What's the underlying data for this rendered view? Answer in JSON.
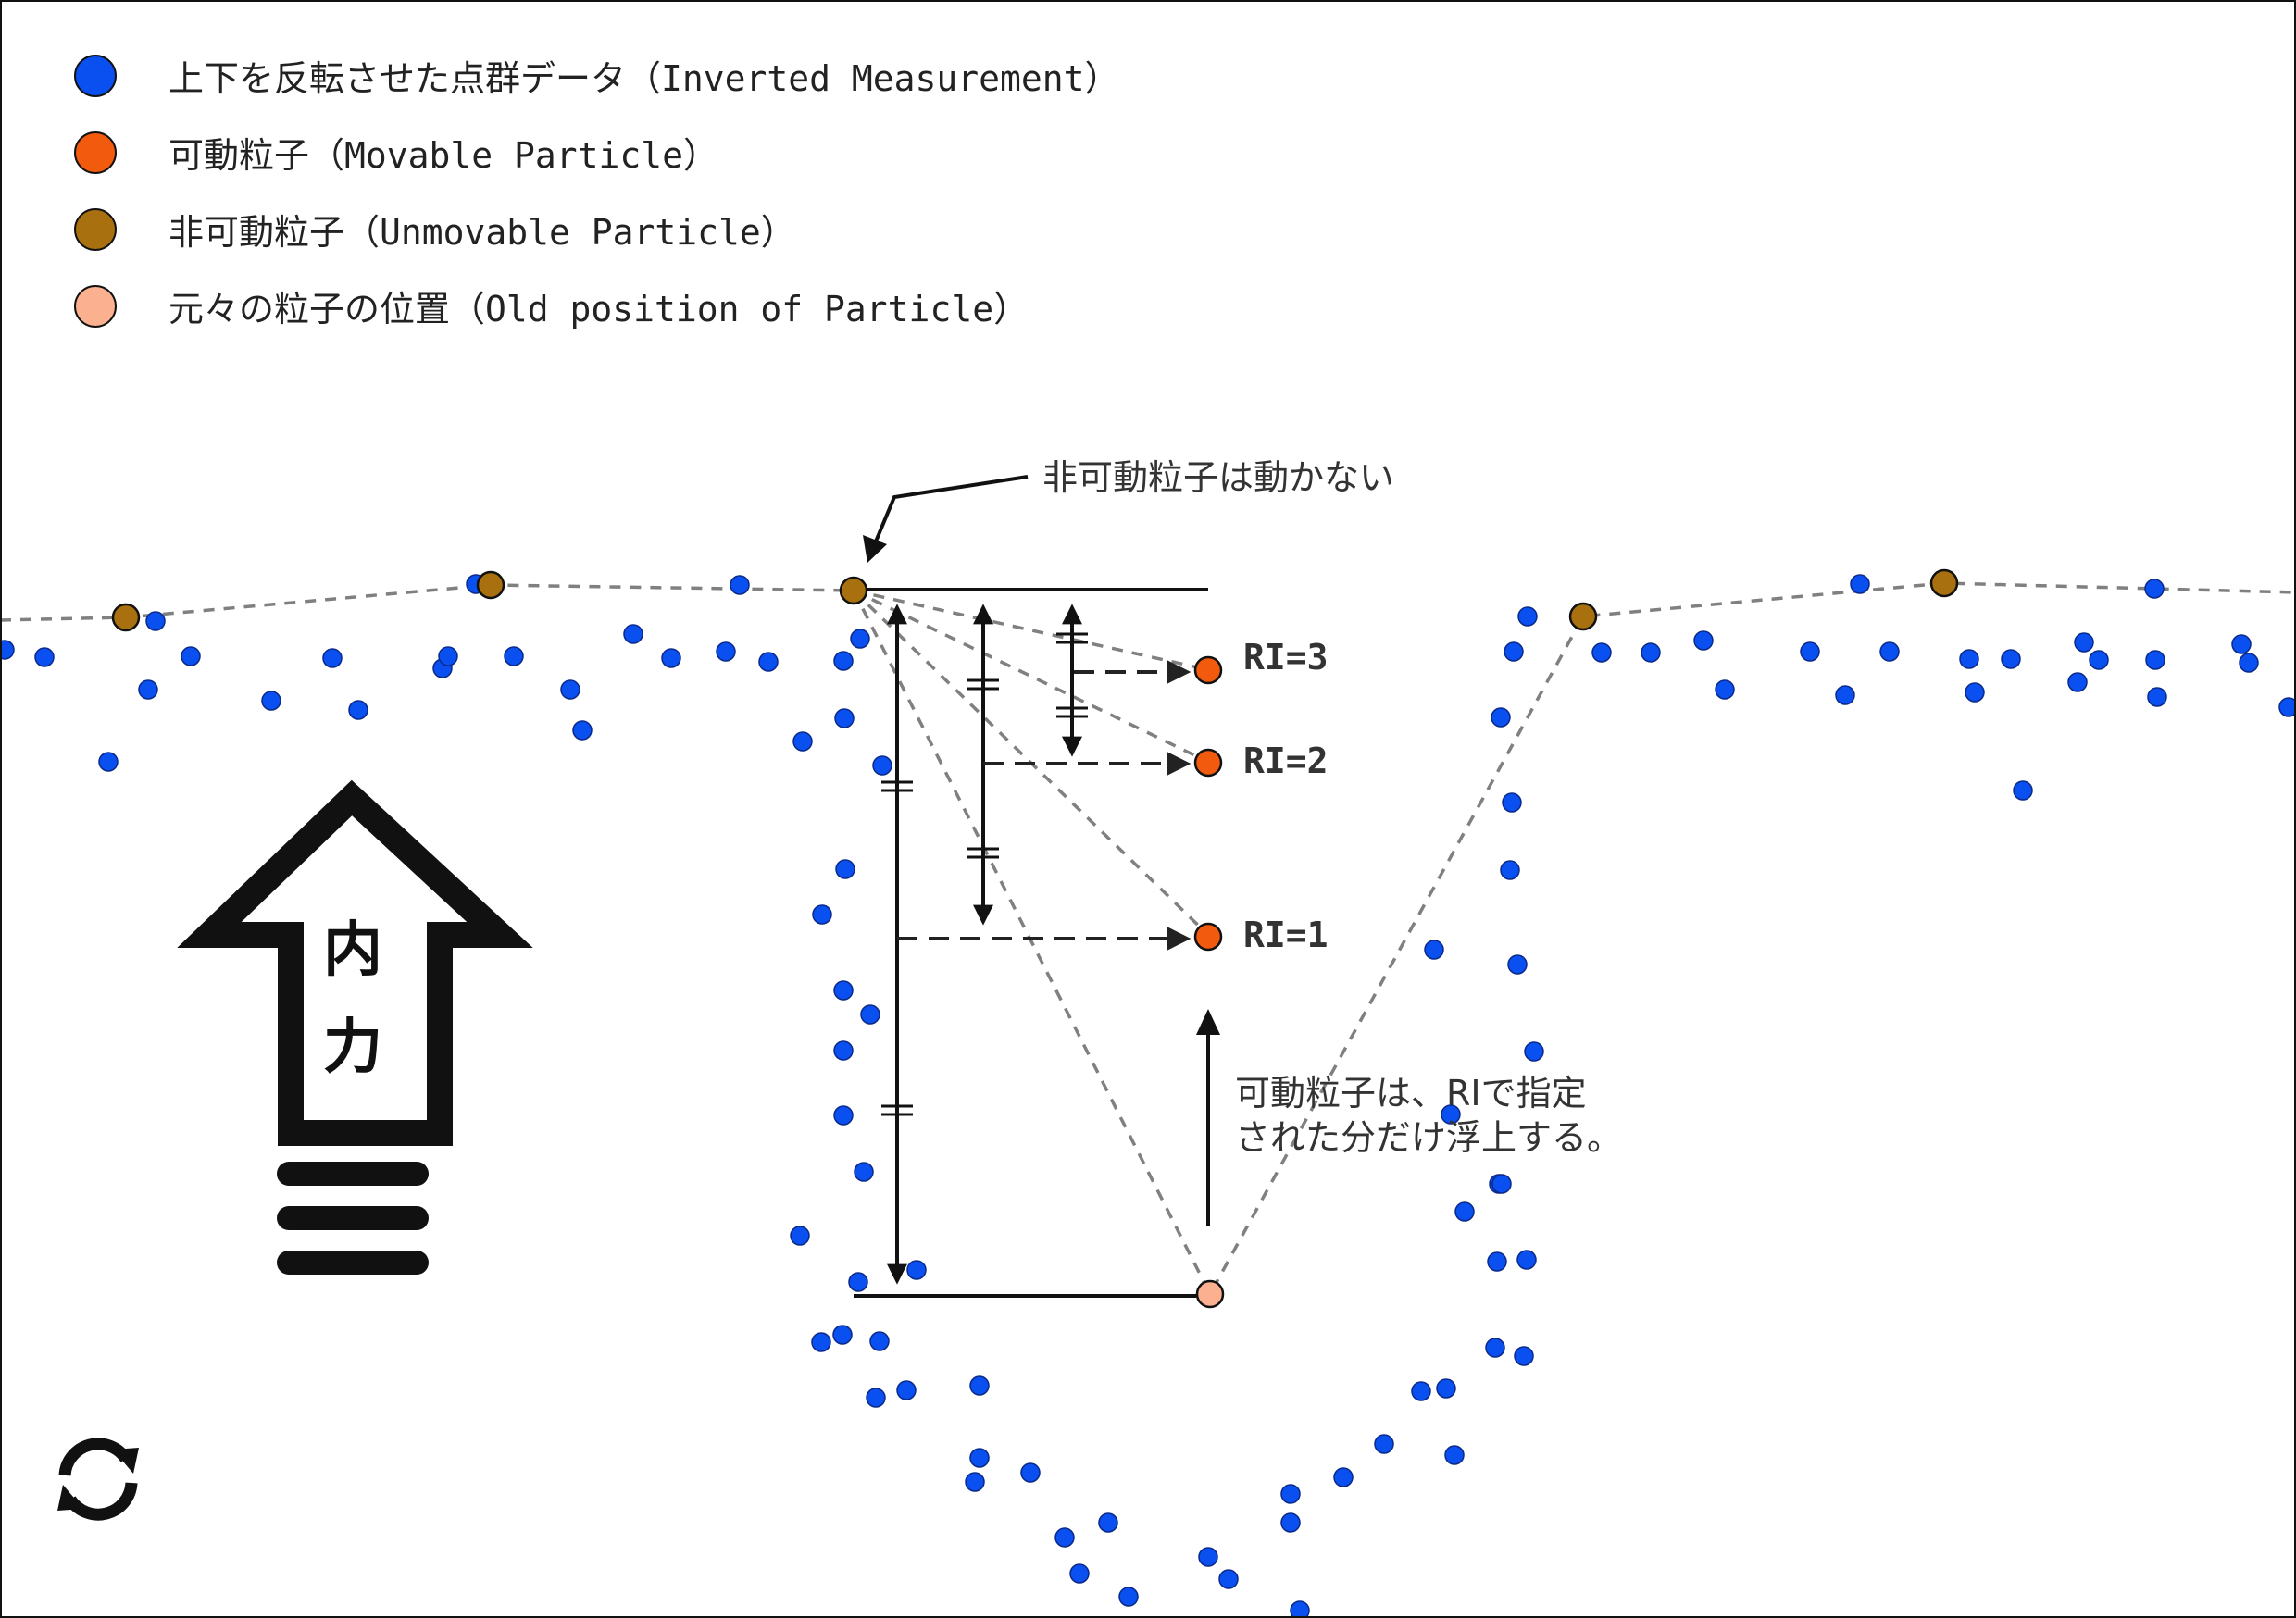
{
  "legend": {
    "items": [
      {
        "label": "上下を反転させた点群データ（Inverted Measurement）",
        "color": "#0a4ff0"
      },
      {
        "label": "可動粒子（Movable Particle）",
        "color": "#f25a0e"
      },
      {
        "label": "非可動粒子（Unmovable Particle）",
        "color": "#a8700e"
      },
      {
        "label": "元々の粒子の位置（Old position of Particle）",
        "color": "#fbb090"
      }
    ]
  },
  "annotations": {
    "unmovable_note": "非可動粒子は動かない",
    "movable_note_line1": "可動粒子は、RIで指定",
    "movable_note_line2": "された分だけ浮上する。"
  },
  "ri_labels": [
    "RI=3",
    "RI=2",
    "RI=1"
  ],
  "force": {
    "char1": "内",
    "char2": "力"
  },
  "colors": {
    "point": "#0a4ff0",
    "movable": "#f25a0e",
    "unmovable": "#a8700e",
    "old_position": "#fbb090",
    "dashed_line": "#808080"
  },
  "icons": {
    "refresh": "refresh-icon",
    "force_arrow": "up-arrow-icon",
    "arrow_base": "triple-bar-icon"
  }
}
